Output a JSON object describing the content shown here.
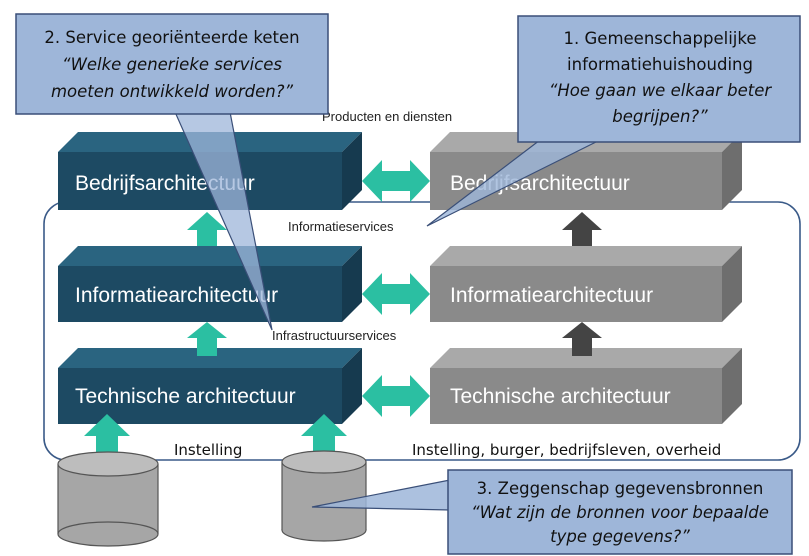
{
  "colors": {
    "dark_box": "#1d4a63",
    "dark_box_top": "#2a6480",
    "dark_box_side": "#163a4f",
    "grey_box": "#8a8a8a",
    "grey_box_top": "#a9a9a9",
    "grey_box_side": "#6e6e6e",
    "teal_arrow": "#2bbfa2",
    "dark_arrow": "#444444",
    "callout_fill": "#9eb6d9",
    "callout_stroke": "#3a4f78",
    "container_stroke": "#3a5a88"
  },
  "labels": {
    "producten": "Producten en diensten",
    "informatieservices": "Informatieservices",
    "infrastructuurservices": "Infrastructuurservices",
    "instelling": "Instelling",
    "instelling_overig": "Instelling, burger, bedrijfsleven, overheid"
  },
  "left_stack": [
    {
      "label": "Bedrijfsarchitectuur"
    },
    {
      "label": "Informatiearchitectuur"
    },
    {
      "label": "Technische architectuur"
    }
  ],
  "right_stack": [
    {
      "label": "Bedrijfsarchitectuur"
    },
    {
      "label": "Informatiearchitectuur"
    },
    {
      "label": "Technische architectuur"
    }
  ],
  "callouts": {
    "c1": {
      "line1": "2. Service georiënteerde keten",
      "line2": "“Welke generieke services",
      "line3": "moeten ontwikkeld worden?”"
    },
    "c2": {
      "line1": "1. Gemeenschappelijke",
      "line2": "informatiehuishouding",
      "line3": "“Hoe gaan we elkaar beter",
      "line4": "begrijpen?”"
    },
    "c3": {
      "line1": "3. Zeggenschap gegevensbronnen",
      "line2": "“Wat zijn de bronnen voor bepaalde",
      "line3": "type gegevens?”"
    }
  }
}
